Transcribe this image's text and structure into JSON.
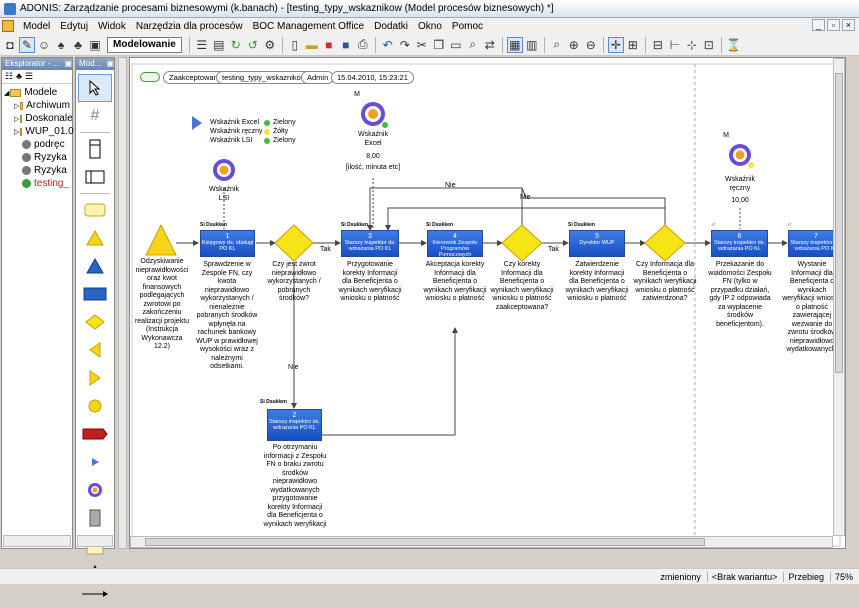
{
  "window": {
    "title": "ADONIS: Zarządzanie procesami biznesowymi (k.banach) - [testing_typy_wskaznikow (Model procesów biznesowych) *]",
    "mdi_buttons": [
      "_",
      "▫",
      "×"
    ]
  },
  "menubar": {
    "items": [
      "Model",
      "Edytuj",
      "Widok",
      "Narzędzia dla procesów",
      "BOC Management Office",
      "Dodatki",
      "Okno",
      "Pomoc"
    ]
  },
  "toolbar": {
    "mode_label": "Modelowanie"
  },
  "explorer": {
    "title": "Eksplorator - ...",
    "tree": [
      {
        "label": "Modele",
        "icon": "folder-icon",
        "indent": 0
      },
      {
        "label": "Archiwum",
        "icon": "folder-icon",
        "indent": 1
      },
      {
        "label": "Doskonale",
        "icon": "folder-icon",
        "indent": 1
      },
      {
        "label": "WUP_01.0",
        "icon": "folder-icon",
        "indent": 1
      },
      {
        "label": "podręc",
        "icon": "model-icon",
        "indent": 1
      },
      {
        "label": "Ryzyka",
        "icon": "model-icon",
        "indent": 1
      },
      {
        "label": "Ryzyka",
        "icon": "model-icon",
        "indent": 1
      },
      {
        "label": "testing_",
        "icon": "model-icon",
        "indent": 1,
        "highlight": true
      }
    ]
  },
  "palette": {
    "title": "Mod..."
  },
  "canvas": {
    "header": {
      "status": "Zaakceptowany",
      "model": "testing_typy_wskaznikow",
      "user": "Admin",
      "datetime": "15.04.2010, 15:23:21"
    },
    "legend": [
      {
        "label": "Wskaźnik Excel",
        "value": "Zielony",
        "color": "#3cbf3c"
      },
      {
        "label": "Wskaźnik ręczny",
        "value": "Żółty",
        "color": "#f2e43a"
      },
      {
        "label": "Wskaźnik LSI",
        "value": "Zielony",
        "color": "#3cbf3c"
      }
    ],
    "indicators": {
      "lsi": {
        "label1": "Wskaźnik",
        "label2": "LSI"
      },
      "excel": {
        "top": "M",
        "label1": "Wskaźnik",
        "label2": "Excel",
        "value": "8,00",
        "unit": "[ilość, minuta etc]"
      },
      "reczny": {
        "top": "M",
        "label1": "Wskaźnik",
        "label2": "ręczny",
        "value": "10,00"
      }
    },
    "start_text": "Odzyskiwanie nieprawidłowości oraz kwot finansowych podlegających zwrotowi po zakończeniu realizacji projektu (Instrukcja Wykonawcza 12.2)",
    "activities": [
      {
        "num": "1",
        "name": "Księgowy ds. obsługi PO KL",
        "tag": "Si Dsukken",
        "text": "Sprawdzenie w Zespole FN, czy kwota nieprawidłowo wykorzystanych / nienależnie pobranych środków wpłynęła na rachunek bankowy WUP w prawidłowej wysokości wraz z należnymi odsetkami."
      },
      {
        "num": "2",
        "name": "Starszy inspektor ds. wdrażania PO KL",
        "tag": "Si Dsukken",
        "text": "Po otrzymaniu informacji z Zespołu FN o braku zwrotu środków nieprawidłowo wydatkowanych przygotowanie korekty Informacji dla Beneficjenta o wynikach weryfikacji"
      },
      {
        "num": "3",
        "name": "Starszy inspektor ds. wdrażania PO KL",
        "tag": "Si Dsukken",
        "text": "Przygotowanie korekty Informacji dla Beneficjenta o wynikach weryfikacji wniosku o płatność"
      },
      {
        "num": "4",
        "name": "Kierownik Zespołu Programów Pomocowych",
        "tag": "Si Dsukken",
        "text": "Akceptacja korekty Informacji dla Beneficjenta o wynikach weryfikacji wniosku o płatność"
      },
      {
        "num": "5",
        "name": "Dyrektor WUP",
        "tag": "Si Dsukken",
        "text": "Zatwierdzenie korekty Informacji dla Beneficjenta o wynikach weryfikacji wniosku o płatność"
      },
      {
        "num": "6",
        "name": "Starszy inspektor ds. wdrażania PO KL",
        "tag": "",
        "text": "Przekazanie do wiadomości Zespołu FN (tylko w przypadku działań, gdy IP 2 odpowiada za wypłacenie środków beneficjentom)."
      },
      {
        "num": "7",
        "name": "Starszy inspektor ds. wdrażania PO KL",
        "tag": "",
        "text": "Wystanie Informacji dla Beneficjenta o wynikach weryfikacji wniosku o płatność zawierającej wezwanie do zwrotu środków nieprawidłowo wydatkowanych."
      }
    ],
    "decisions": [
      {
        "text": "Czy jest zwrot nieprawidłowo wykorzystanych / pobranych środków?"
      },
      {
        "text": "Czy korekty Informacji dla Beneficjenta o wynikach weryfikacji wniosku o płatność zaakceptowana?"
      },
      {
        "text": "Czy Informacja dla Beneficjenta o wynikach weryfikacji wniosku o płatność zatwierdzona?"
      }
    ],
    "edge_labels": {
      "tak1": "Tak",
      "nie1": "Nie",
      "nie2": "Nie",
      "nie3": "Nie",
      "tak2": "Tak"
    }
  },
  "statusbar": {
    "items": [
      "zmieniony",
      "<Brak wariantu>",
      "Przebieg",
      "75%"
    ]
  }
}
